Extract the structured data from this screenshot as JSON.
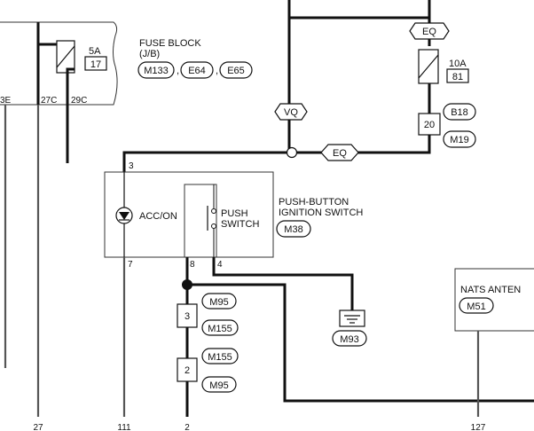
{
  "fuse_block": {
    "title": "FUSE BLOCK",
    "subtitle": "(J/B)",
    "fuse_rating": "5A",
    "fuse_number": "17",
    "connectors": [
      "M133",
      "E64",
      "E65"
    ],
    "pins": [
      "3E",
      "27C",
      "29C"
    ]
  },
  "upper_fuse": {
    "rating": "10A",
    "number": "81"
  },
  "relay_connector": {
    "pin": "20",
    "connectors": [
      "B18",
      "M19"
    ]
  },
  "options": {
    "eq_top": "EQ",
    "vq": "VQ",
    "eq_mid": "EQ"
  },
  "switch": {
    "title_line1": "PUSH-BUTTON",
    "title_line2": "IGNITION SWITCH",
    "connector": "M38",
    "indicator_label": "ACC/ON",
    "contact_label1": "PUSH",
    "contact_label2": "SWITCH",
    "pins": {
      "top": "3",
      "left": "7",
      "mid": "8",
      "right": "4"
    }
  },
  "ground": {
    "connector": "M93"
  },
  "joint_connectors": {
    "upper": {
      "pin": "3",
      "connectors": [
        "M95",
        "M155"
      ]
    },
    "lower": {
      "pin": "2",
      "connectors": [
        "M155",
        "M95"
      ]
    }
  },
  "nats": {
    "title": "NATS ANTEN",
    "connector": "M51"
  },
  "bottom_pins": [
    "27",
    "111",
    "2",
    "127"
  ],
  "colors": {
    "wire": "#111111",
    "wire_light": "#555555",
    "background": "#ffffff"
  }
}
